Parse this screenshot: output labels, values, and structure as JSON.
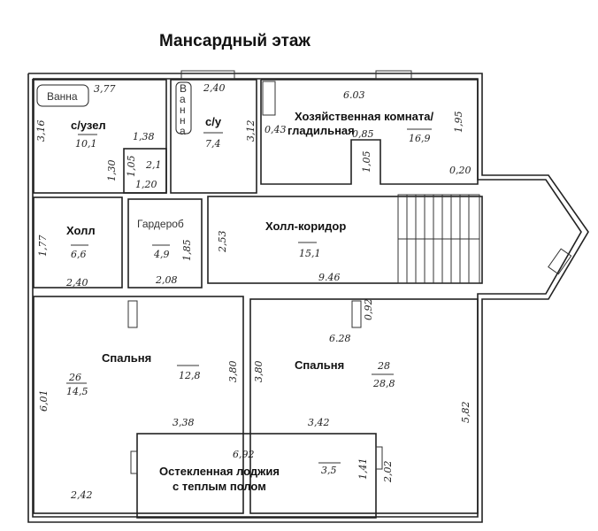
{
  "title": "Мансардный этаж",
  "rooms": {
    "bath_label": "Ванна",
    "bath_vertical": [
      "В",
      "а",
      "н",
      "н",
      "а"
    ],
    "wc_big": {
      "name": "с/узел",
      "area": "10,1"
    },
    "closet": {
      "area": "2,1"
    },
    "wc_small": {
      "name": "с/у",
      "area": "7,4"
    },
    "utility": {
      "name_line1": "Хозяйственная комната/",
      "name_line2": "гладильная",
      "area": "16,9"
    },
    "hall": {
      "name": "Холл",
      "area": "6,6"
    },
    "wardrobe": {
      "name": "Гардероб",
      "area": "4,9"
    },
    "corridor": {
      "name": "Холл-коридор",
      "area": "15,1"
    },
    "bedroom_left": {
      "name": "Спальня",
      "num": "26",
      "area": "14,5",
      "area2": "12,8"
    },
    "bedroom_right": {
      "name": "Спальня",
      "num": "28",
      "area": "28,8"
    },
    "loggia": {
      "name_line1": "Остекленная лоджия",
      "name_line2": "с теплым полом",
      "area": "3,5"
    }
  },
  "dims": {
    "d377": "3,77",
    "d240a": "2,40",
    "d316": "3,16",
    "d138": "1,38",
    "d130": "1,30",
    "d105a": "1,05",
    "d120": "1,20",
    "d312": "3,12",
    "d603": "6.03",
    "d043": "0,43",
    "d085": "0,85",
    "d195": "1,95",
    "d105b": "1,05",
    "d020": "0,20",
    "d177": "1,77",
    "d240b": "2,40",
    "d185": "1,85",
    "d208": "2,08",
    "d253": "2,53",
    "d946": "9.46",
    "d092": "0,92",
    "d628": "6.28",
    "d601": "6,01",
    "d380a": "3,80",
    "d380b": "3,80",
    "d582": "5,82",
    "d338": "3,38",
    "d342": "3,42",
    "d692": "6,92",
    "d141": "1,41",
    "d202": "2,02",
    "d242": "2,42"
  }
}
